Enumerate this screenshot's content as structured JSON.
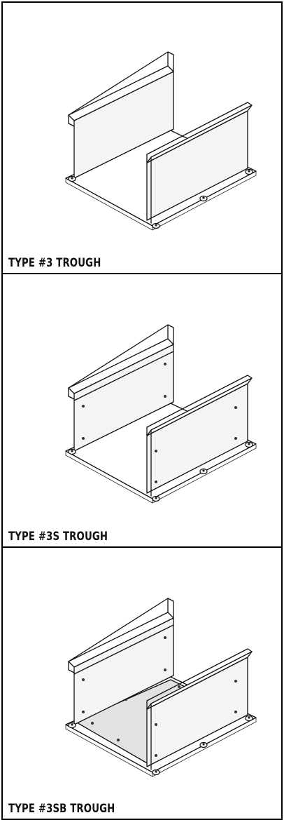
{
  "panels": [
    {
      "caption": "TYPE #3 TROUGH"
    },
    {
      "caption": "TYPE #3S TROUGH"
    },
    {
      "caption": "TYPE #3SB TROUGH"
    }
  ]
}
